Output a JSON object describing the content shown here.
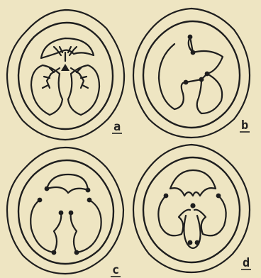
{
  "figure": {
    "panels": [
      {
        "id": "a",
        "label": "a"
      },
      {
        "id": "b",
        "label": "b"
      },
      {
        "id": "c",
        "label": "c"
      },
      {
        "id": "d",
        "label": "d"
      }
    ],
    "colors": {
      "paper": "#eee5c2",
      "ink": "#1e1e1e"
    }
  }
}
